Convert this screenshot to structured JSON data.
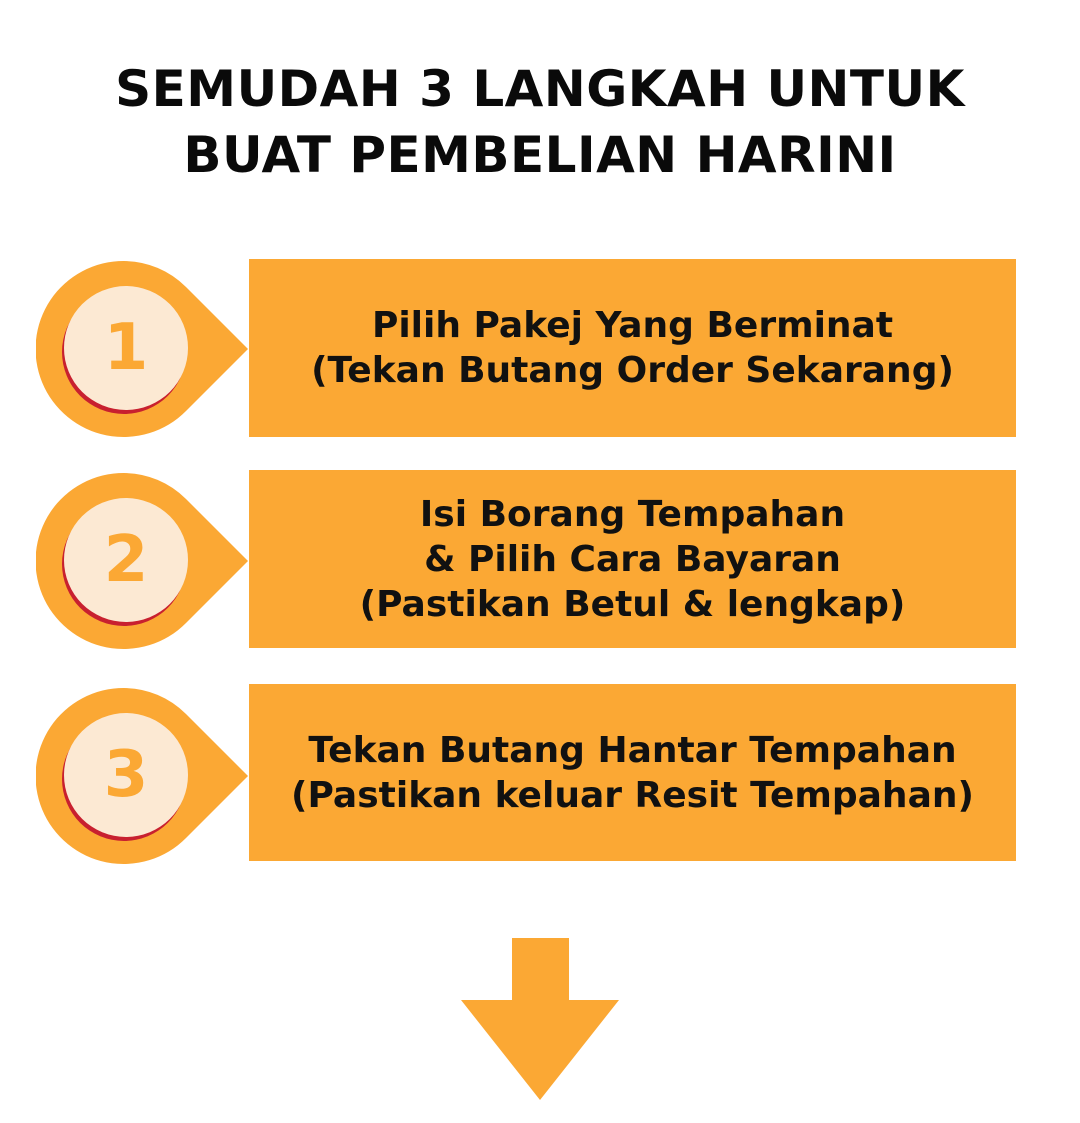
{
  "title": {
    "line1": "SEMUDAH 3 LANGKAH UNTUK",
    "line2": "BUAT PEMBELIAN HARINI"
  },
  "steps": [
    {
      "number": "1",
      "lines": [
        "Pilih Pakej Yang Berminat",
        "(Tekan Butang Order Sekarang)"
      ]
    },
    {
      "number": "2",
      "lines": [
        "Isi Borang Tempahan",
        "& Pilih Cara Bayaran",
        "(Pastikan Betul & lengkap)"
      ]
    },
    {
      "number": "3",
      "lines": [
        "Tekan Butang Hantar Tempahan",
        "(Pastikan keluar Resit Tempahan)"
      ]
    }
  ],
  "colors": {
    "accent": "#FBA834",
    "cream": "#FCE9D3",
    "shadow": "#C8202F"
  }
}
